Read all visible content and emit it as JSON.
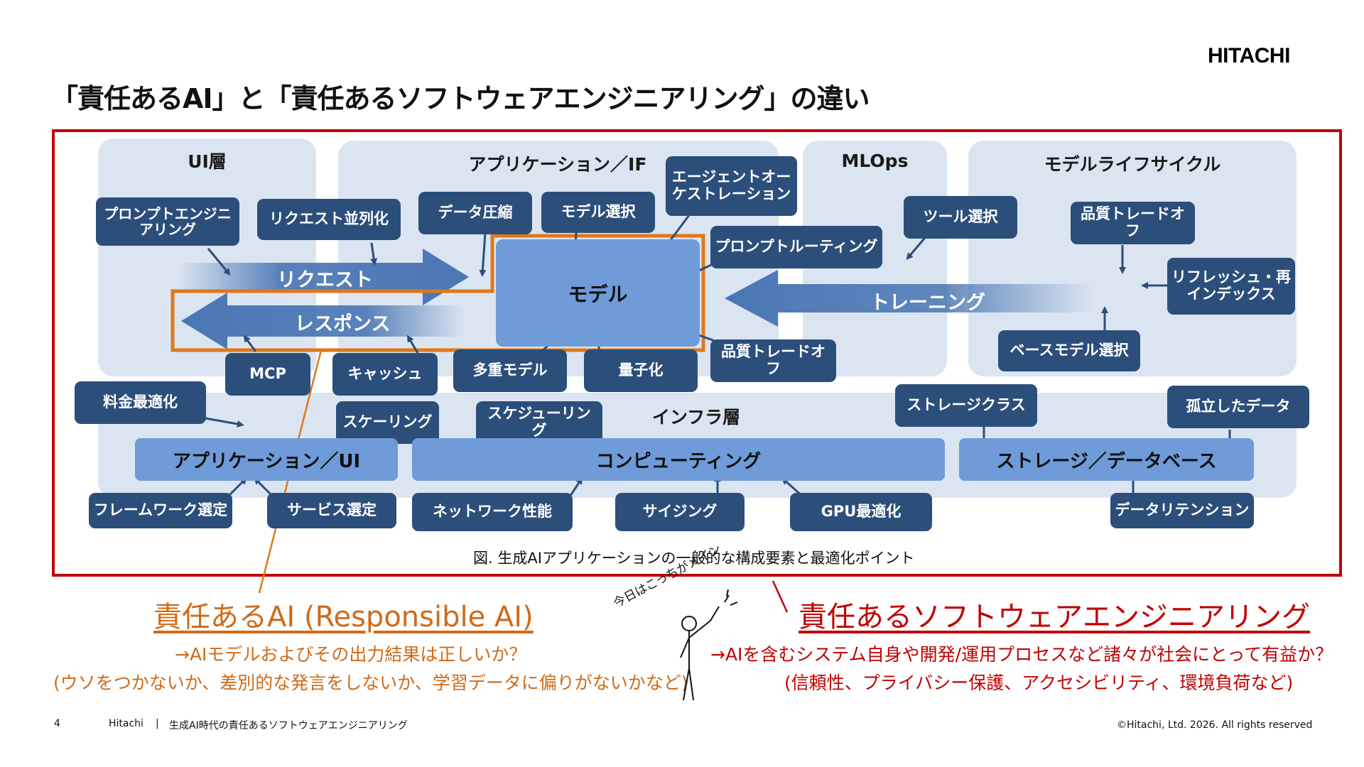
{
  "page": {
    "title": "「責任あるAI」と「責任あるソフトウェアエンジニアリング」の違い",
    "logo": "HITACHI"
  },
  "layers": {
    "ui": "UI層",
    "app_if": "アプリケーション／IF",
    "mlops": "MLOps",
    "lifecycle": "モデルライフサイクル",
    "infra": "インフラ層"
  },
  "core": {
    "model": "モデル",
    "request": "リクエスト",
    "response": "レスポンス",
    "training": "トレーニング"
  },
  "tags": {
    "prompt_engineering": "プロンプトエンジニアリング",
    "request_parallel": "リクエスト並列化",
    "data_compression": "データ圧縮",
    "model_selection": "モデル選択",
    "agent_orchestration": "エージェントオーケストレーション",
    "tool_selection": "ツール選択",
    "prompt_routing": "プロンプトルーティング",
    "quality_tradeoff_top": "品質トレードオフ",
    "refresh_reindex": "リフレッシュ・再インデックス",
    "base_model_selection": "ベースモデル選択",
    "mcp": "MCP",
    "cache": "キャッシュ",
    "multi_model": "多重モデル",
    "quantization": "量子化",
    "quality_tradeoff_bottom": "品質トレードオフ",
    "price_optimization": "料金最適化",
    "scaling": "スケーリング",
    "scheduling": "スケジューリング",
    "storage_class": "ストレージクラス",
    "isolated_data": "孤立したデータ",
    "framework_selection": "フレームワーク選定",
    "service_selection": "サービス選定",
    "network_performance": "ネットワーク性能",
    "sizing": "サイジング",
    "gpu_optimization": "GPU最適化",
    "data_retention": "データリテンション"
  },
  "bars": {
    "app_ui": "アプリケーション／UI",
    "computing": "コンピューティング",
    "storage_db": "ストレージ／データベース"
  },
  "caption": "図. 生成AIアプリケーションの一般的な構成要素と最適化ポイント",
  "responsible_ai": {
    "title": "責任あるAI (Responsible AI)",
    "line1": "→AIモデルおよびその出力結果は正しいか？",
    "line2": "(ウソをつかないか、差別的な発言をしないか、学習データに偏りがないかなど)"
  },
  "stick_figure": {
    "speech": "今日はこっちがメイン"
  },
  "responsible_se": {
    "title": "責任あるソフトウェアエンジニアリング",
    "line1": "→AIを含むシステム自身や開発/運用プロセスなど諸々が社会にとって有益か？",
    "line2": "(信頼性、プライバシー保護、アクセシビリティ、環境負荷など)"
  },
  "footer": {
    "page_number": "4",
    "company": "Hitachi",
    "separator": "|",
    "doc_title": "生成AI時代の責任あるソフトウェアエンジニアリング",
    "copyright": "©Hitachi, Ltd. 2026. All rights reserved"
  },
  "colors": {
    "frame_red": "#c00000",
    "highlight_orange": "#e07818",
    "tag_navy": "#2c4e7a",
    "layer_bg": "#dbe5f1",
    "bar_blue": "#6f9bd8",
    "arrow_blue": "#4a76b4"
  }
}
